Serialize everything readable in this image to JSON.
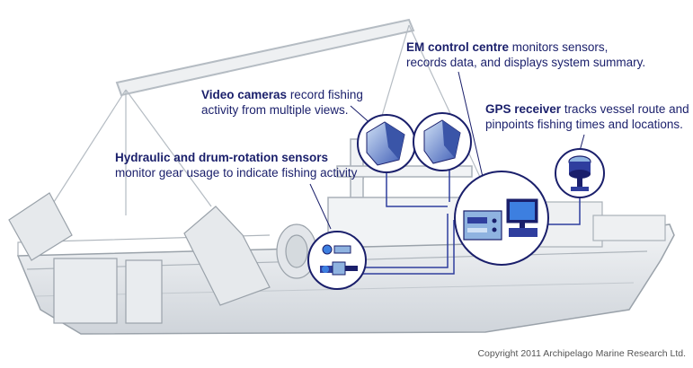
{
  "annotations": {
    "em_control": {
      "title": "EM control centre",
      "line1_rest": " monitors sensors,",
      "line2": "records data, and displays system summary."
    },
    "video_cameras": {
      "title": "Video cameras",
      "line1_rest": " record fishing",
      "line2": "activity from multiple views."
    },
    "gps": {
      "title": "GPS receiver",
      "line1_rest": " tracks vessel route and",
      "line2": "pinpoints fishing times and locations."
    },
    "sensors": {
      "title": "Hydraulic and drum-rotation sensors",
      "line2": "monitor gear usage to indicate fishing activity"
    }
  },
  "copyright": "Copyright 2011 Archipelago Marine Research Ltd.",
  "colors": {
    "navy": "#1a1f6b",
    "blue": "#2f3e9e",
    "light_blue": "#8fb3e0",
    "hull": "#d9dde2",
    "outline": "#9aa2aa"
  },
  "icons": [
    "camera-icon",
    "gps-antenna-icon",
    "computer-monitor-icon",
    "control-box-icon",
    "sensor-icon"
  ]
}
